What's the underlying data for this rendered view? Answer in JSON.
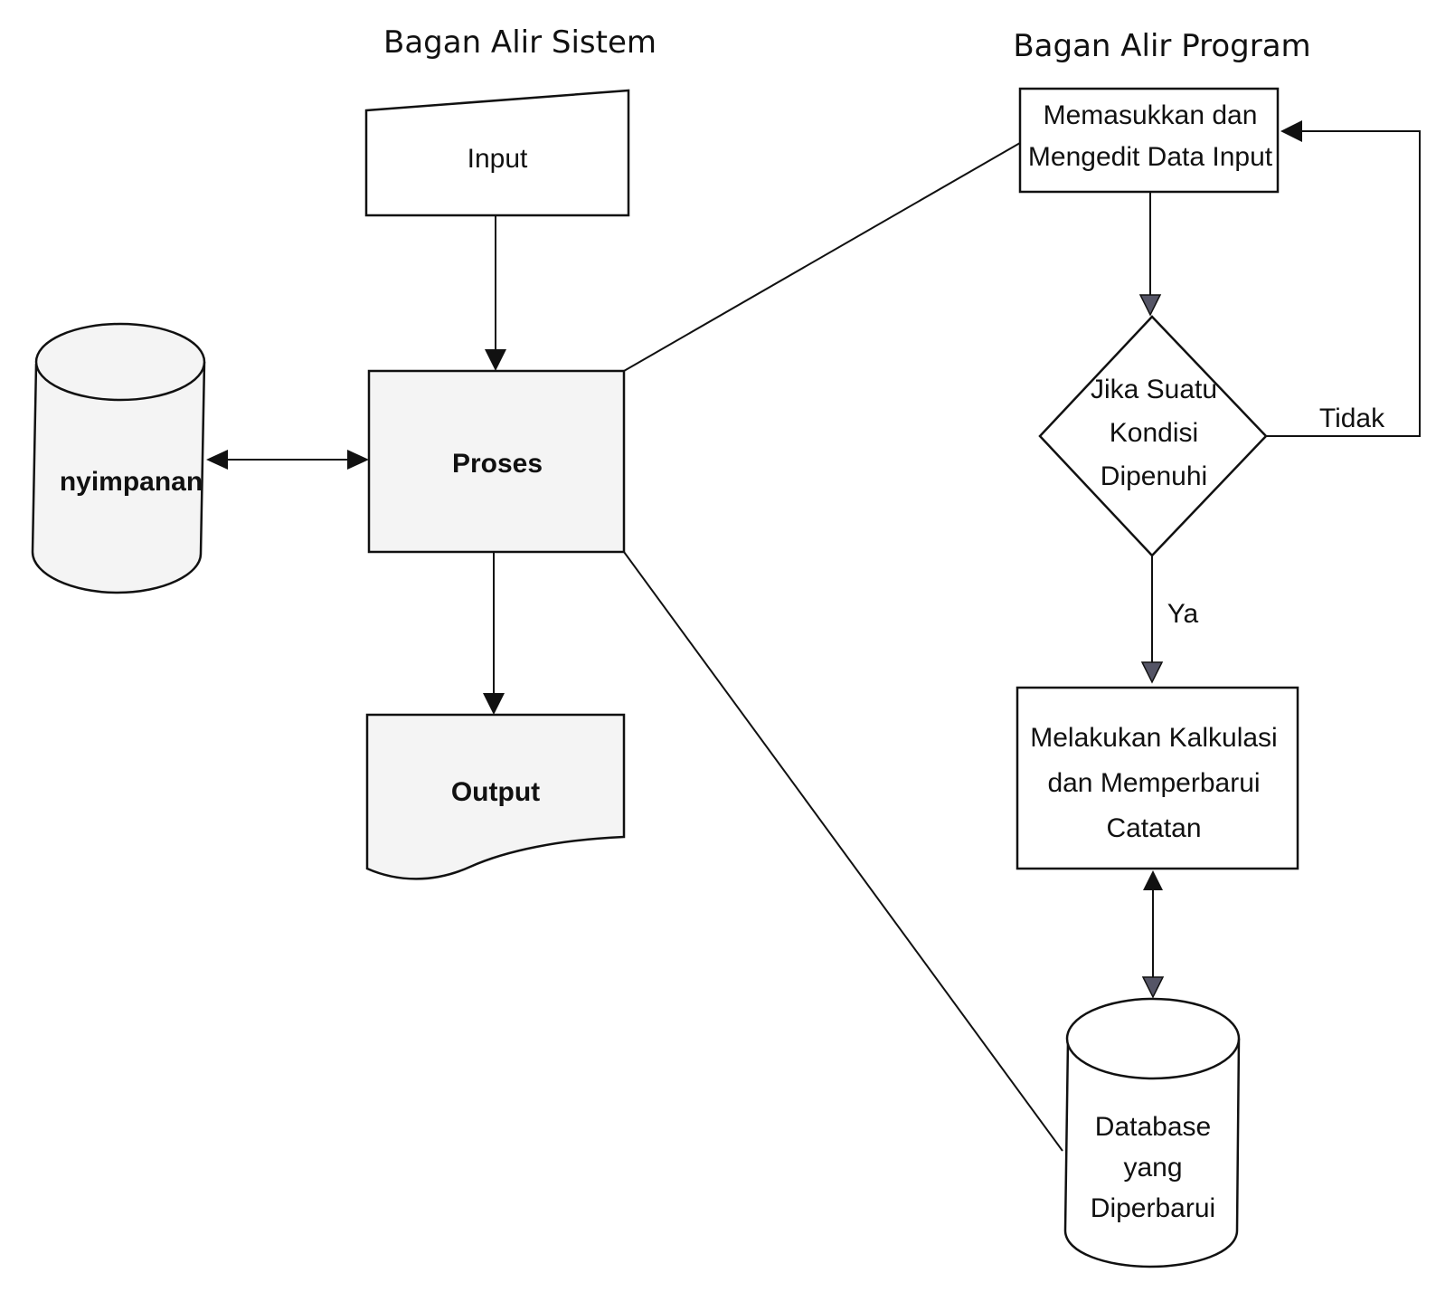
{
  "titles": {
    "system": "Bagan Alir Sistem",
    "program": "Bagan Alir Program"
  },
  "system_flow": {
    "input": "Input",
    "process": "Proses",
    "output": "Output",
    "storage": "nyimpanan"
  },
  "program_flow": {
    "step1": [
      "Memasukkan dan",
      "Mengedit Data Input"
    ],
    "decision": [
      "Jika Suatu",
      "Kondisi",
      "Dipenuhi"
    ],
    "no_label": "Tidak",
    "yes_label": "Ya",
    "step2": [
      "Melakukan Kalkulasi",
      "dan Memperbarui",
      "Catatan"
    ],
    "database": [
      "Database",
      "yang",
      "Diperbarui"
    ]
  }
}
